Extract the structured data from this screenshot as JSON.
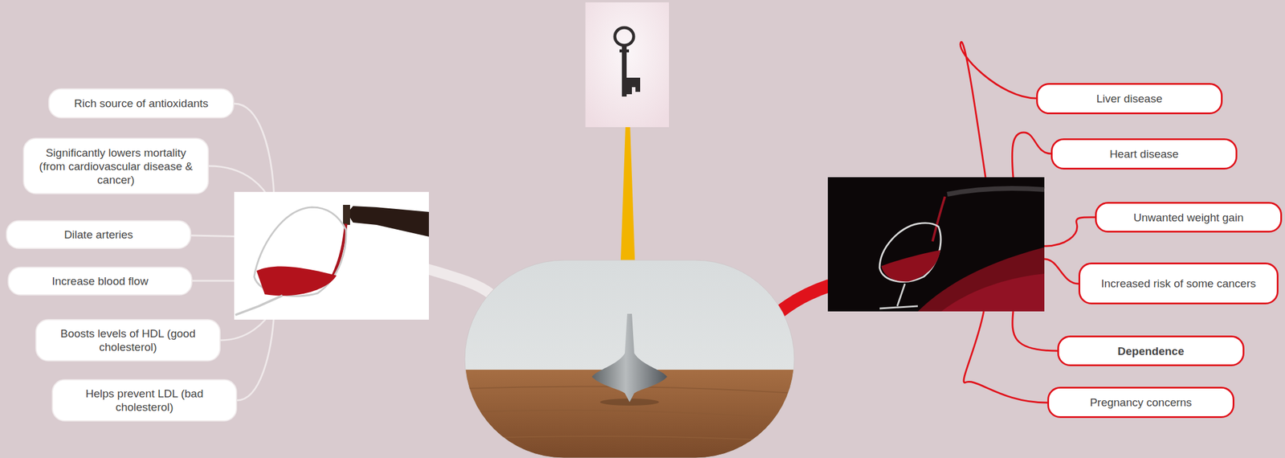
{
  "diagram": {
    "nodes": [
      {
        "text": [
          "Rich source of antioxidants"
        ]
      },
      {
        "text": [
          "Significantly lowers mortality (from cardiovascular disease & cancer)"
        ]
      },
      {
        "text": [
          "Dilate arteries"
        ]
      },
      {
        "text": [
          "Increase blood flow"
        ]
      },
      {
        "text": [
          "Boosts levels of HDL (good cholesterol)"
        ]
      },
      {
        "text": [
          "Helps prevent LDL (bad cholesterol)"
        ]
      },
      {
        "text": [
          "Liver disease"
        ]
      },
      {
        "text": [
          "Heart disease"
        ]
      },
      {
        "text": [
          "Unwanted weight gain"
        ]
      },
      {
        "text": [
          "Increased risk of some cancers"
        ]
      },
      {
        "text": [
          "Dependence"
        ]
      },
      {
        "text": [
          "Pregnancy concerns"
        ]
      }
    ]
  }
}
